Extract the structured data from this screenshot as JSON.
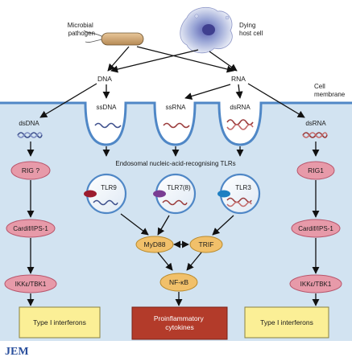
{
  "top": {
    "microbial_pathogen": [
      "Microbial",
      "pathogen"
    ],
    "dying_host_cell": [
      "Dying",
      "host cell"
    ],
    "dna": "DNA",
    "rna": "RNA",
    "cell_membrane": [
      "Cell",
      "membrane"
    ]
  },
  "left_pathway": {
    "ligand": "dsDNA",
    "receptor": "RIG ?",
    "adaptor": "Cardif/IPS-1",
    "kinase": "IKKε/TBK1",
    "output": "Type I interferons"
  },
  "right_pathway": {
    "ligand": "dsRNA",
    "receptor": "RIG1",
    "adaptor": "Cardif/IPS-1",
    "kinase": "IKKε/TBK1",
    "output": "Type I interferons"
  },
  "endosomes": {
    "ligands": [
      "ssDNA",
      "ssRNA",
      "dsRNA"
    ],
    "heading": "Endosomal nucleic-acid-recognising TLRs",
    "receptors": [
      "TLR9",
      "TLR7(8)",
      "TLR3"
    ]
  },
  "center": {
    "myd88": "MyD88",
    "trif": "TRIF",
    "nfkb": "NF-κB",
    "output": [
      "Proinflammatory",
      "cytokines"
    ]
  },
  "footer": {
    "logo": "JEM"
  },
  "colors": {
    "cytoplasm": "#d2e3f1",
    "membrane": "#4f87c6",
    "signal_pink": "#e79aa9",
    "signal_pink_stroke": "#b8566c",
    "adaptor_orange": "#f1c06a",
    "output_yellow": "#fbef96",
    "cytokine_red": "#b33b2a",
    "tlr9_tag": "#9c1c2e",
    "tlr7_tag": "#7a3d93",
    "tlr3_tag": "#1f7fc2"
  }
}
